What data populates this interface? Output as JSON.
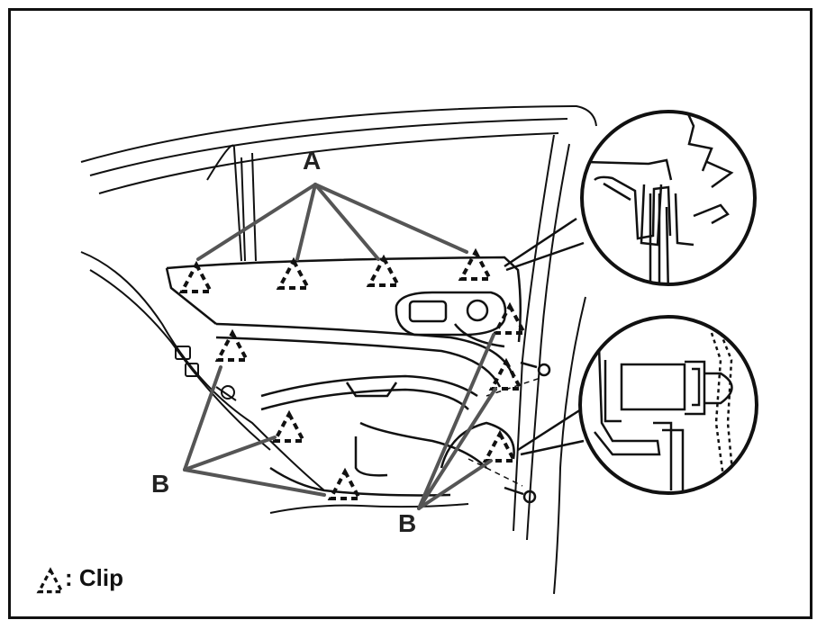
{
  "labels": {
    "group_a": "A",
    "group_b_left": "B",
    "group_b_right": "B"
  },
  "legend": {
    "icon": "dashed-triangle-clip-icon",
    "text": ": Clip"
  },
  "colors": {
    "line": "#111111",
    "leader": "#555555",
    "paper": "#ffffff"
  }
}
